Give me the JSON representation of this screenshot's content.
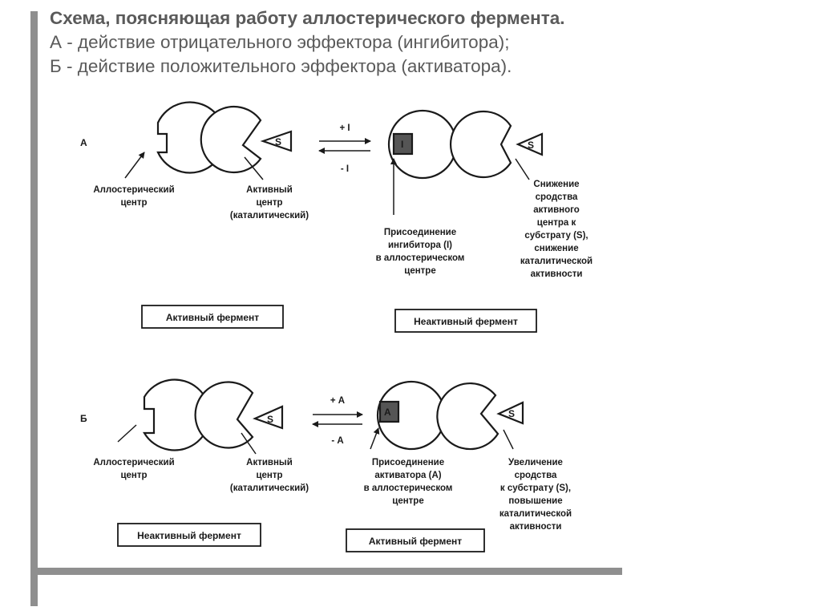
{
  "title": {
    "line1": "Схема, поясняющая работу аллостерического фермента.",
    "line2": "А - действие отрицательного эффектора (ингибитора);",
    "line3": "Б - действие положительного эффектора (активатора)."
  },
  "panel_a": {
    "letter": "А",
    "label_allosteric": [
      "Аллостерический",
      "центр"
    ],
    "label_active": [
      "Активный",
      "центр",
      "(каталитический)"
    ],
    "arrow_forward": "+ I",
    "arrow_back": "- I",
    "effector": "I",
    "substrate": "S",
    "label_binding": [
      "Присоединение",
      "ингибитора (I)",
      "в аллостерическом",
      "центре"
    ],
    "label_effect": [
      "Снижение",
      "сродства",
      "активного",
      "центра к",
      "субстрату (S),",
      "снижение",
      "каталитической",
      "активности"
    ],
    "box_left": "Активный фермент",
    "box_right": "Неактивный фермент"
  },
  "panel_b": {
    "letter": "Б",
    "label_allosteric": [
      "Аллостерический",
      "центр"
    ],
    "label_active": [
      "Активный",
      "центр",
      "(каталитический)"
    ],
    "arrow_forward": "+ А",
    "arrow_back": "- А",
    "effector": "А",
    "substrate": "S",
    "label_binding": [
      "Присоединение",
      "активатора (А)",
      "в аллостерическом",
      "центре"
    ],
    "label_effect": [
      "Увеличение",
      "сродства",
      "к субстрату (S),",
      "повышение",
      "каталитической",
      "активности"
    ],
    "box_left": "Неактивный фермент",
    "box_right": "Активный фермент"
  },
  "colors": {
    "frame": "#8f8f8f",
    "title": "#5a5a5a",
    "effector_fill": "#555555",
    "ink": "#1a1a1a"
  }
}
